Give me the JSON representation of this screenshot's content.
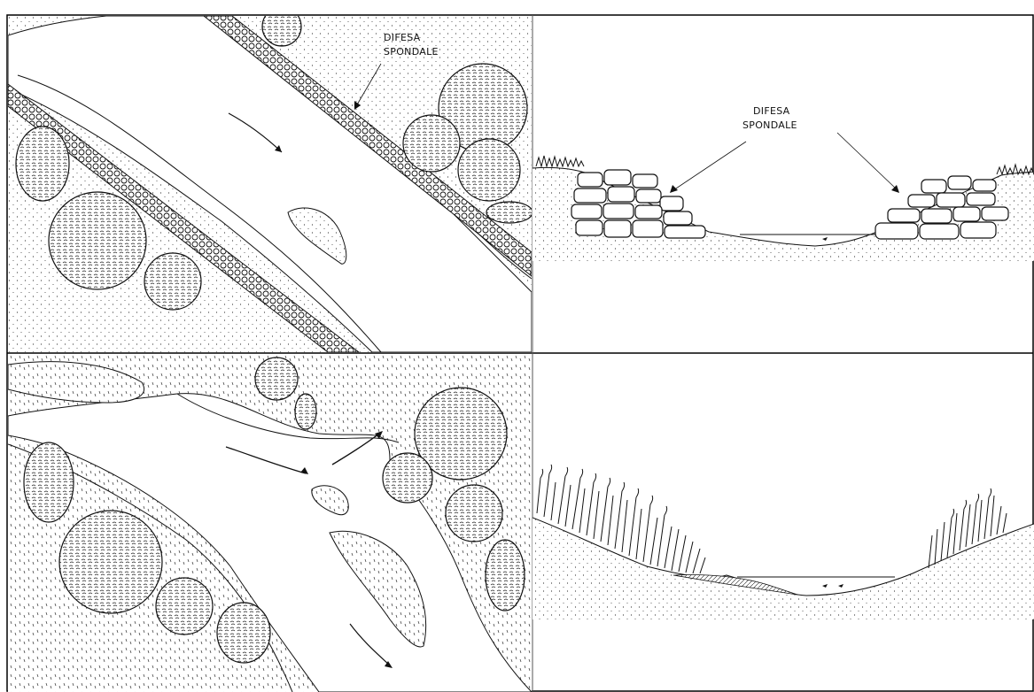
{
  "panels": {
    "top_left": {
      "label_line1": "DIFESA",
      "label_line2": "SPONDALE"
    },
    "top_right": {
      "label_line1": "DIFESA",
      "label_line2": "SPONDALE"
    },
    "bottom_left": {},
    "bottom_right": {}
  },
  "colors": {
    "ink": "#111111",
    "paper": "#ffffff",
    "border": "#000000"
  }
}
